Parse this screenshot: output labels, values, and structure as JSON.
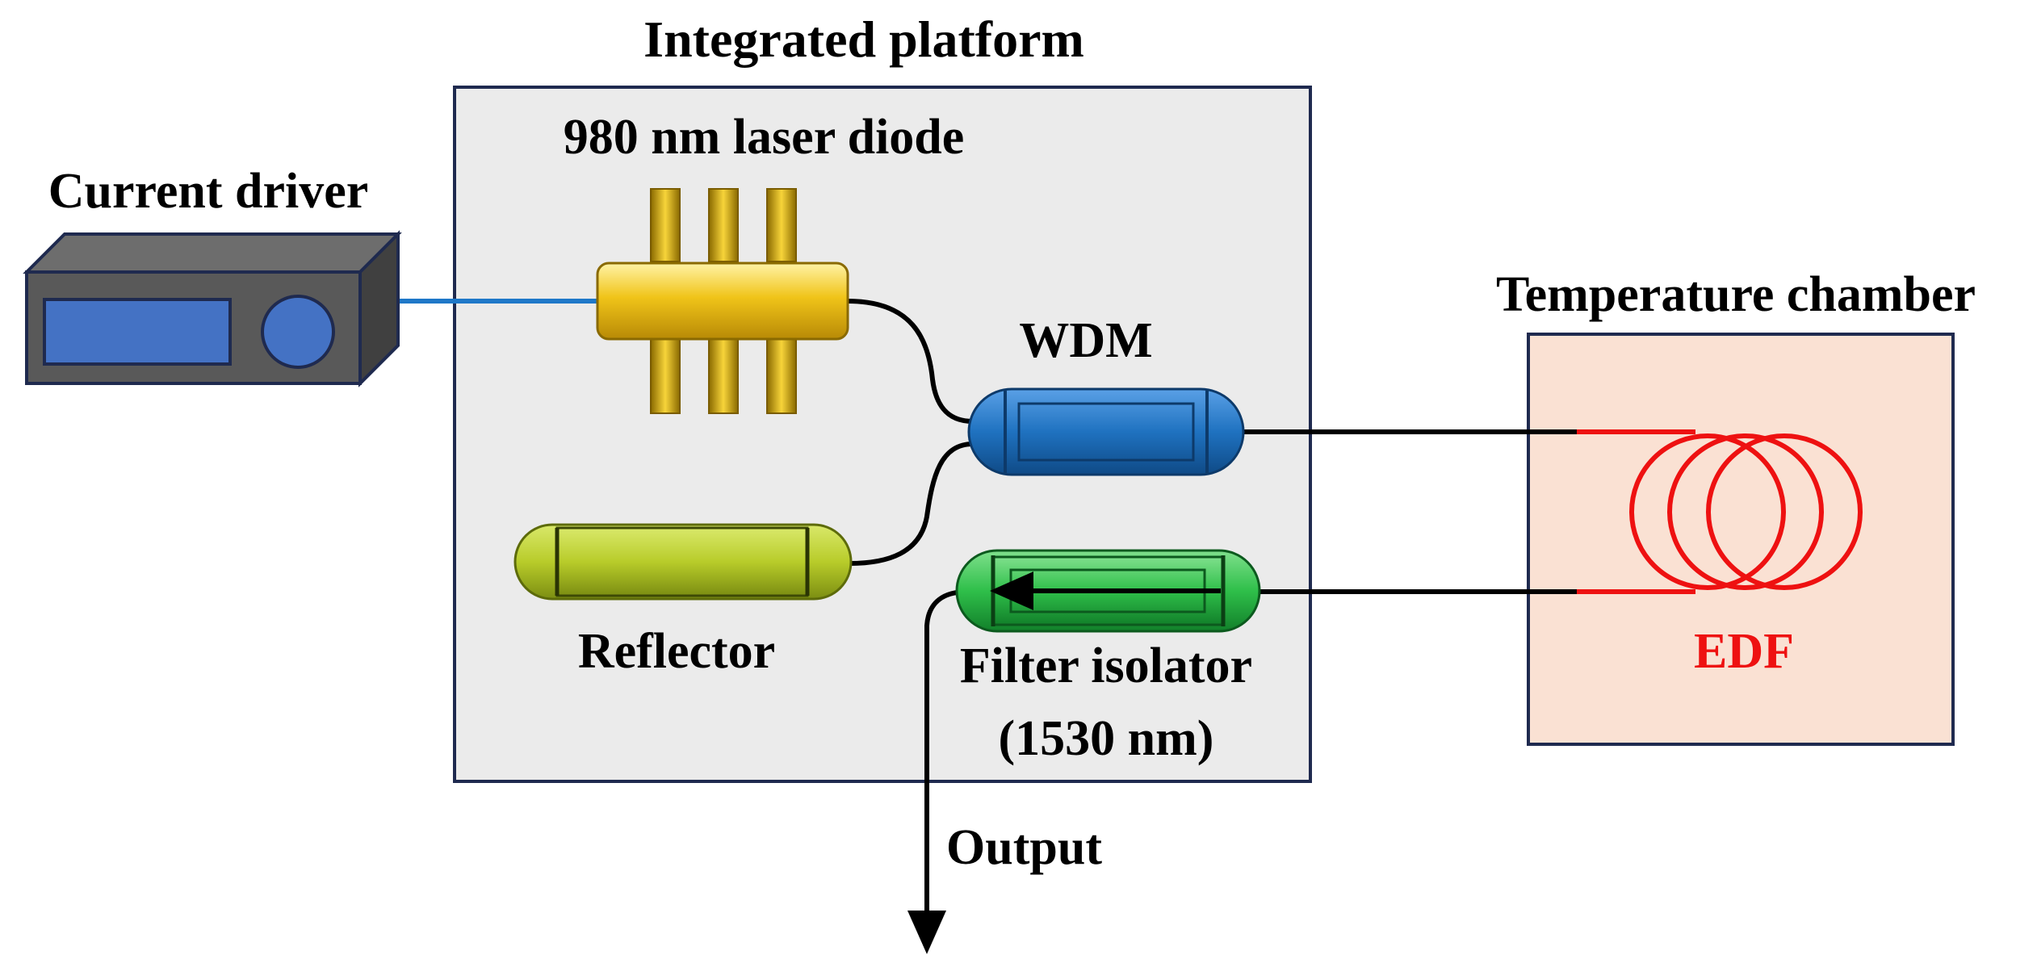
{
  "labels": {
    "platform_title": "Integrated platform",
    "laser_diode": "980 nm laser diode",
    "current_driver": "Current driver",
    "wdm": "WDM",
    "reflector": "Reflector",
    "filter_isolator_line1": "Filter isolator",
    "filter_isolator_line2": "(1530 nm)",
    "temperature_chamber": "Temperature chamber",
    "edf": "EDF",
    "output": "Output"
  },
  "colors": {
    "platform_fill": "#ebebeb",
    "frame_stroke": "#1f2a4f",
    "chamber_fill": "#fae1d3",
    "edf_red": "#ee1111",
    "driver_screen": "#4472c4",
    "driver_body": "#595959",
    "driver_link": "#1f78c8",
    "laser_gold": "#f0c419",
    "wdm_blue": "#1f72c0",
    "reflector_green": "#b8cc2a",
    "isolator_green": "#2fbf4a",
    "fiber": "#000000"
  }
}
